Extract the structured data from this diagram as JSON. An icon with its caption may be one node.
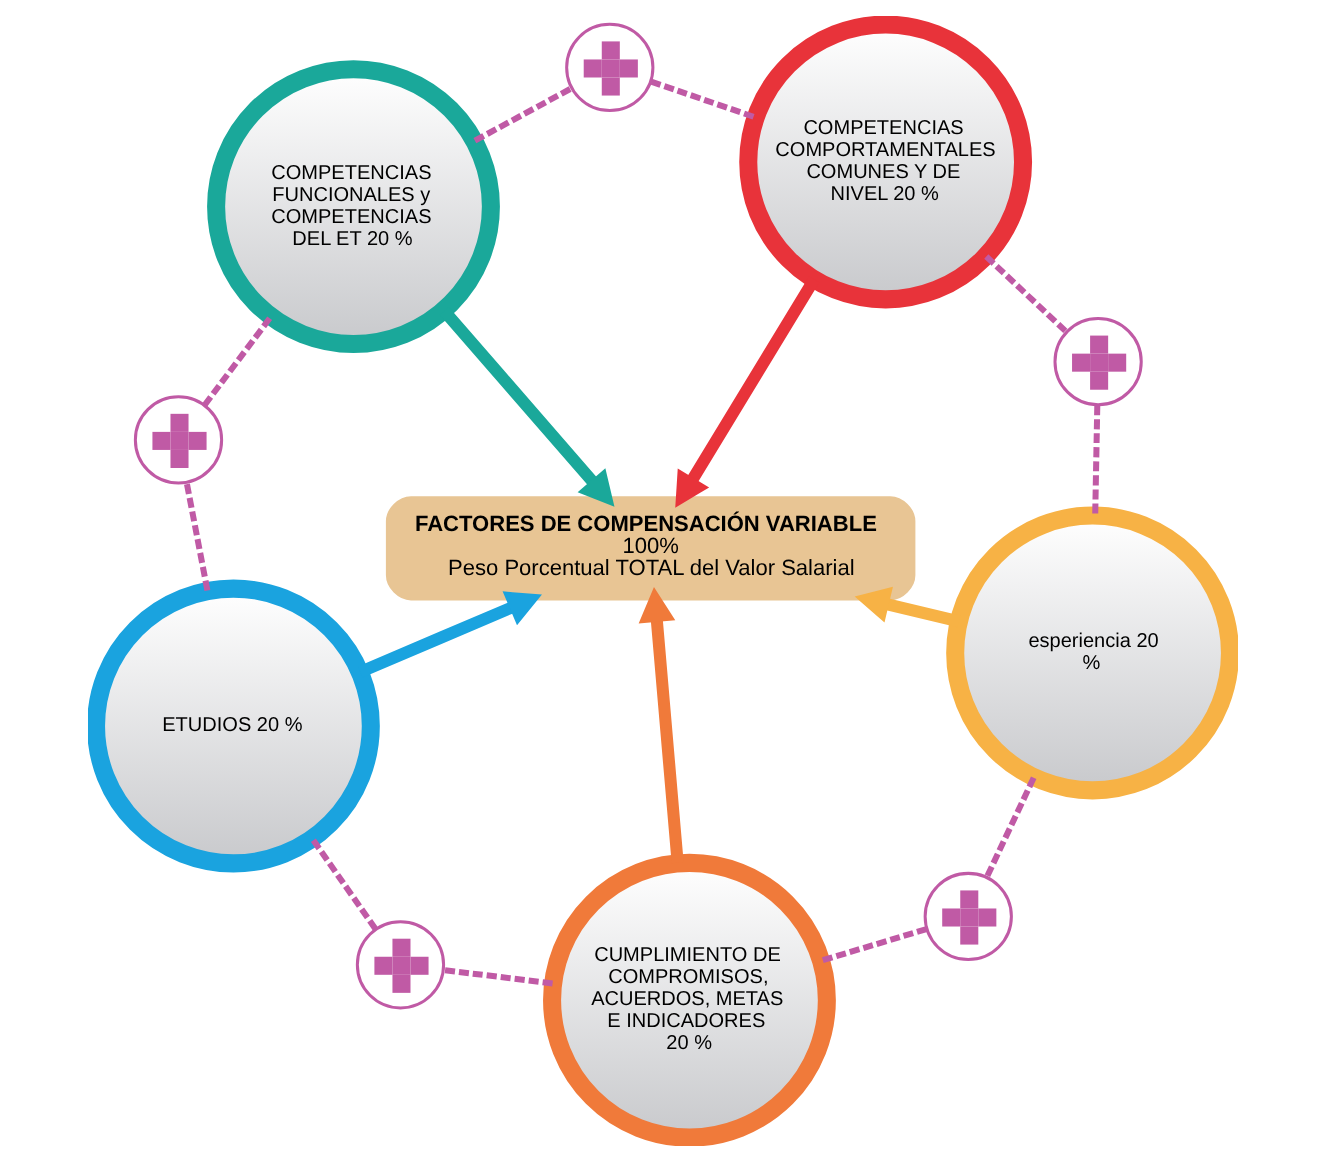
{
  "diagram": {
    "nodes": [
      {
        "text": [
          "COMPETENCIAS FUNCIONALES y COMPETENCIAS DEL ET 20 %"
        ]
      },
      {
        "text": [],
        "shape": "circle"
      },
      {
        "text": [
          "COMPETENCIAS COMPORTAMENTALES COMUNES Y DE NIVEL 20 %"
        ]
      },
      {
        "text": [],
        "shape": "circle"
      },
      {
        "text": [],
        "shape": "circle"
      },
      {
        "text": [
          "FACTORES DE COMPENSACIÓN VARIABLE",
          "100%",
          "Peso Porcentual TOTAL del Valor Salarial"
        ]
      },
      {
        "text": [
          "ETUDIOS 20 %"
        ]
      },
      {
        "text": [
          "esperiencia 20 %"
        ]
      },
      {
        "text": [],
        "shape": "circle"
      },
      {
        "text": [
          "CUMPLIMIENTO DE COMPROMISOS, ACUERDOS, METAS E INDICADORES 20 %"
        ]
      },
      {
        "text": [],
        "shape": "circle"
      }
    ],
    "edges": [
      {
        "from": 0,
        "to": 5,
        "arrow": "to",
        "style": "thick",
        "color": "#1aa89a"
      },
      {
        "from": 2,
        "to": 5,
        "arrow": "to",
        "style": "thick",
        "color": "#e8333a"
      },
      {
        "from": 6,
        "to": 5,
        "arrow": "to",
        "style": "thick",
        "color": "#1aa3df"
      },
      {
        "from": 9,
        "to": 5,
        "arrow": "to",
        "style": "thick",
        "color": "#f07a3a"
      },
      {
        "from": 7,
        "to": 5,
        "arrow": "to",
        "style": "thick",
        "color": "#f7b245"
      },
      {
        "from": 0,
        "to": 1,
        "arrow": "none",
        "style": "dashed",
        "color": "#c05aa5"
      },
      {
        "from": 1,
        "to": 2,
        "arrow": "none",
        "style": "dashed",
        "color": "#c05aa5"
      },
      {
        "from": 2,
        "to": 4,
        "arrow": "none",
        "style": "dashed",
        "color": "#c05aa5"
      },
      {
        "from": 4,
        "to": 7,
        "arrow": "none",
        "style": "dashed",
        "color": "#c05aa5"
      },
      {
        "from": 7,
        "to": 10,
        "arrow": "none",
        "style": "dashed",
        "color": "#c05aa5"
      },
      {
        "from": 10,
        "to": 9,
        "arrow": "none",
        "style": "dashed",
        "color": "#c05aa5"
      },
      {
        "from": 9,
        "to": 8,
        "arrow": "none",
        "style": "dashed",
        "color": "#c05aa5"
      },
      {
        "from": 8,
        "to": 6,
        "arrow": "none",
        "style": "dashed",
        "color": "#c05aa5"
      },
      {
        "from": 6,
        "to": 3,
        "arrow": "none",
        "style": "dashed",
        "color": "#c05aa5"
      },
      {
        "from": 3,
        "to": 0,
        "arrow": "none",
        "style": "dashed",
        "color": "#c05aa5"
      }
    ]
  }
}
